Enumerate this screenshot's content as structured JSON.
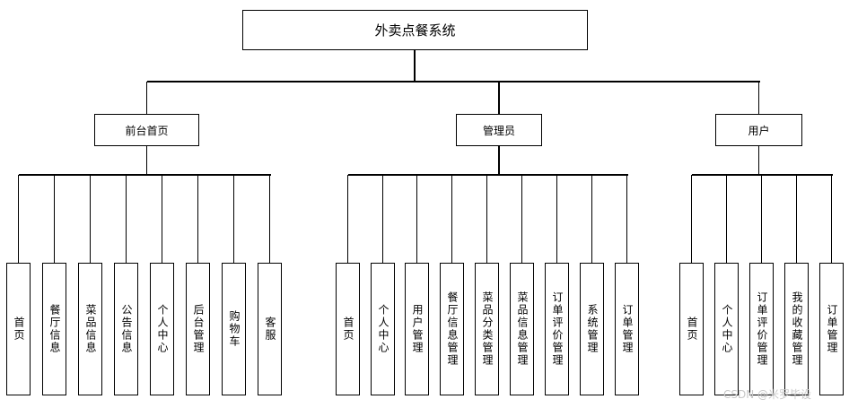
{
  "root": {
    "label": "外卖点餐系统"
  },
  "branches": [
    {
      "label": "前台首页",
      "children": [
        "首页",
        "餐厅信息",
        "菜品信息",
        "公告信息",
        "个人中心",
        "后台管理",
        "购物车",
        "客服"
      ]
    },
    {
      "label": "管理员",
      "children": [
        "首页",
        "个人中心",
        "用户管理",
        "餐厅信息管理",
        "菜品分类管理",
        "菜品信息管理",
        "订单评价管理",
        "系统管理",
        "订单管理"
      ]
    },
    {
      "label": "用户",
      "children": [
        "首页",
        "个人中心",
        "订单评价管理",
        "我的收藏管理",
        "订单管理"
      ]
    }
  ],
  "watermark": "CSDN @米罗毕设"
}
